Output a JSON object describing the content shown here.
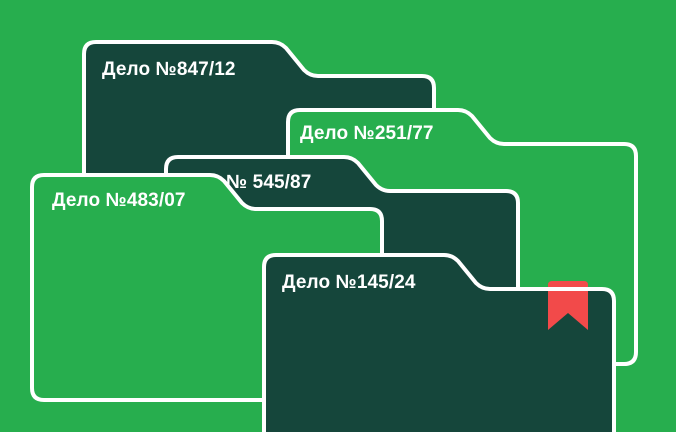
{
  "colors": {
    "background": "#27ae4e",
    "folder_dark": "#15463b",
    "folder_light": "#27ae4e",
    "outline": "#ffffff",
    "bookmark": "#f24a4a"
  },
  "folders": [
    {
      "label": "Дело №847/12",
      "style": "dark"
    },
    {
      "label": "Дело №251/77",
      "style": "light"
    },
    {
      "label": "№ 545/87",
      "style": "dark"
    },
    {
      "label": "Дело №483/07",
      "style": "light"
    },
    {
      "label": "Дело №145/24",
      "style": "dark",
      "bookmarked": true
    }
  ],
  "icons": {
    "bookmark": "bookmark-icon"
  }
}
